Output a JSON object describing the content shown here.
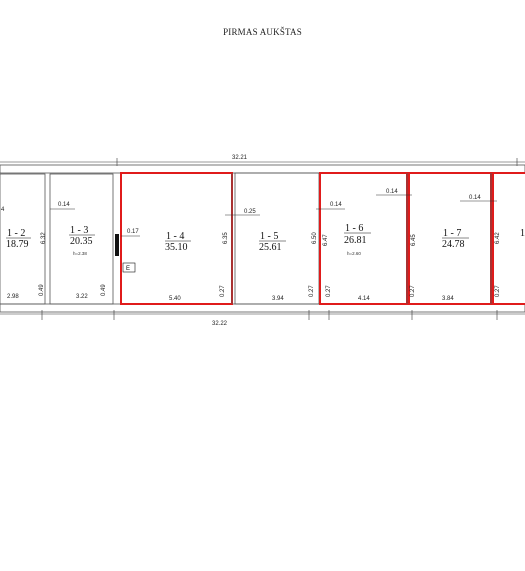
{
  "title": "PIRMAS AUKŠTAS",
  "dimensions": {
    "top_overall": "32.21",
    "bottom_overall": "32.22",
    "left_partial": "4",
    "wall_014_a": "0.14",
    "wall_017": "0.17",
    "wall_025": "0.25",
    "wall_014_b": "0.14",
    "wall_014_c": "0.14",
    "wall_014_d": "0.14",
    "height_632": "6.32",
    "height_635": "6.35",
    "height_650": "6.50",
    "height_647": "6.47",
    "height_645": "6.45",
    "height_642": "6.42",
    "width_298": "2.98",
    "width_322": "3.22",
    "width_540": "5.40",
    "width_394": "3.94",
    "width_414": "4.14",
    "width_384": "3.84",
    "door_049_a": "0.49",
    "door_049_b": "0.49",
    "door_027_a": "0.27",
    "door_027_b": "0.27",
    "door_027_c": "0.27",
    "door_027_d": "0.27",
    "door_027_e": "0.27"
  },
  "rooms": [
    {
      "number": "1 - 2",
      "area": "18.79",
      "height": ""
    },
    {
      "number": "1 - 3",
      "area": "20.35",
      "height": "h=2.38"
    },
    {
      "number": "1 - 4",
      "area": "35.10",
      "height": ""
    },
    {
      "number": "1 - 5",
      "area": "25.61",
      "height": ""
    },
    {
      "number": "1 - 6",
      "area": "26.81",
      "height": "h=2.60"
    },
    {
      "number": "1 - 7",
      "area": "24.78",
      "height": ""
    },
    {
      "number": "1",
      "area": "",
      "height": ""
    }
  ],
  "colors": {
    "walls": "#555555",
    "highlight": "#e01b1b",
    "dimension_lines": "#333333"
  }
}
